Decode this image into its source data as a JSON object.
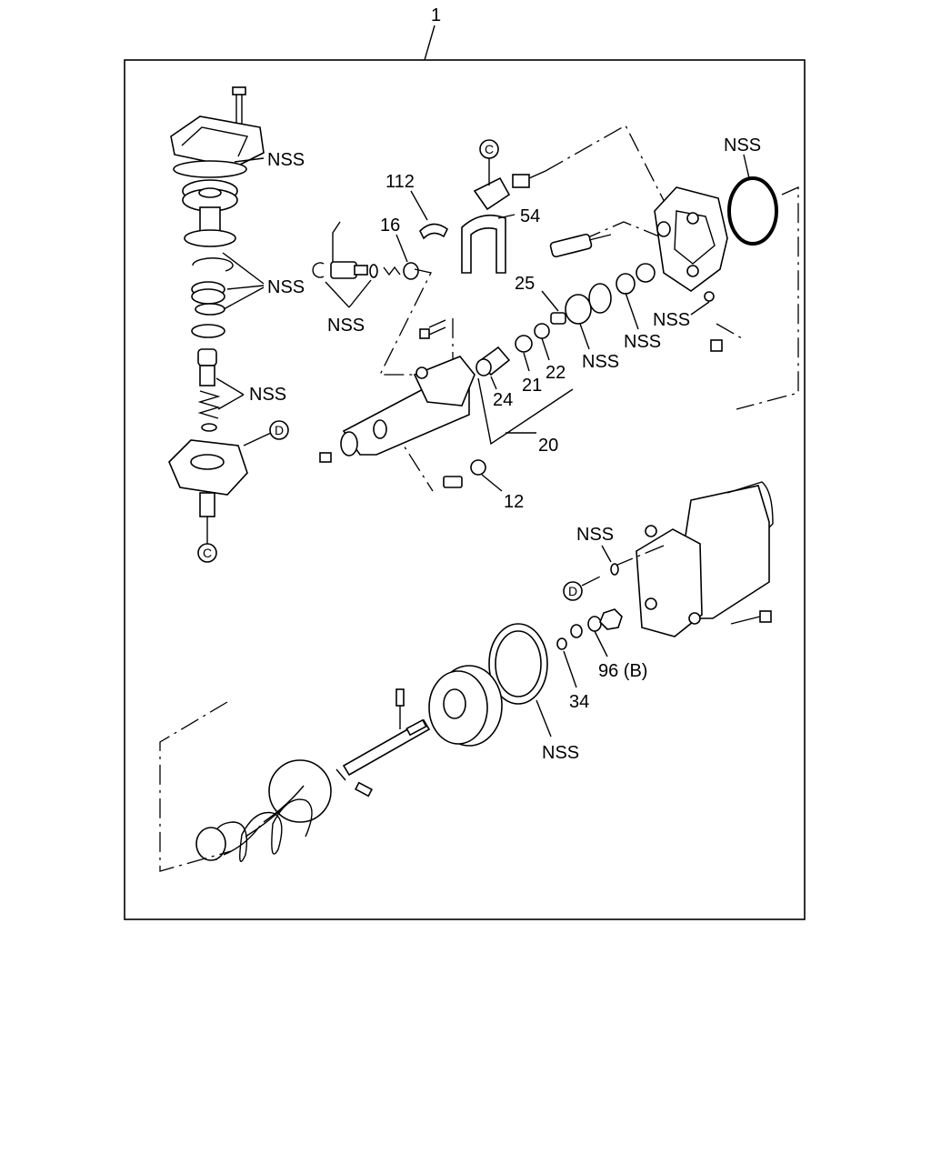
{
  "labels": {
    "assembly": "1",
    "nss": "NSS",
    "p112": "112",
    "p16": "16",
    "p54": "54",
    "p25": "25",
    "p24": "24",
    "p21": "21",
    "p22": "22",
    "p20": "20",
    "p12": "12",
    "p34": "34",
    "p96b": "96 (B)"
  },
  "callouts": {
    "c": "C",
    "d": "D"
  }
}
